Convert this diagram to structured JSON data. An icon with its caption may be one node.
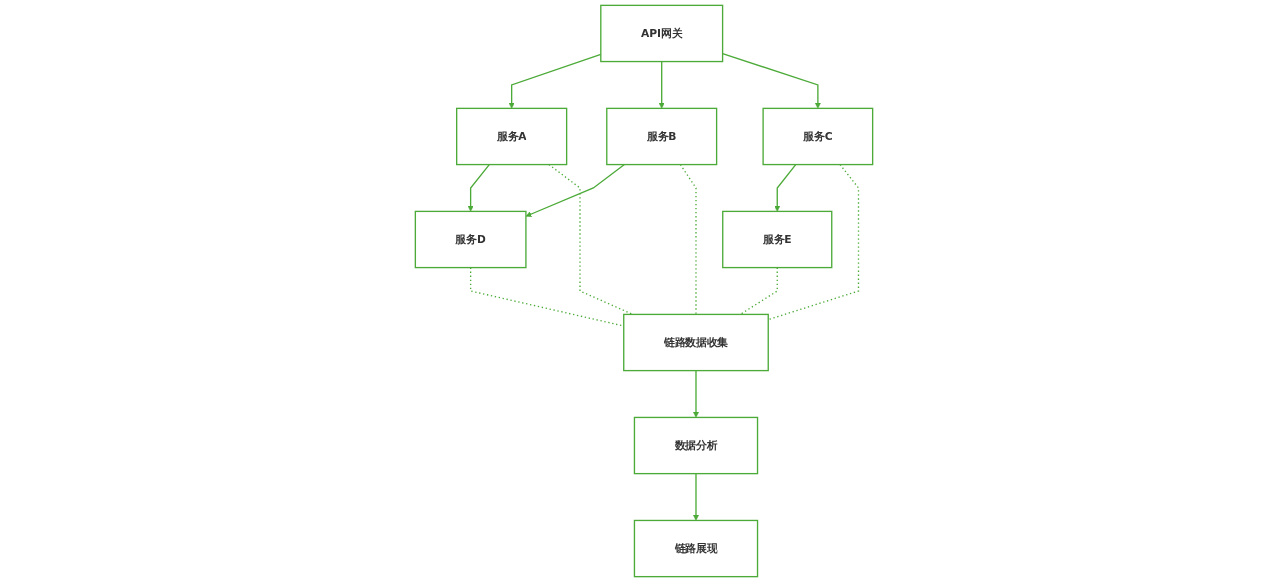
{
  "diagram": {
    "nodes": [
      {
        "text": [
          "API网关"
        ]
      },
      {
        "text": [
          "服务A"
        ]
      },
      {
        "text": [
          "服务B"
        ]
      },
      {
        "text": [
          "服务C"
        ]
      },
      {
        "text": [
          "服务D"
        ]
      },
      {
        "text": [
          "服务E"
        ]
      },
      {
        "text": [
          "链路展现"
        ]
      },
      {
        "text": [
          "数据分析"
        ]
      },
      {
        "text": [
          "链路数据收集"
        ]
      }
    ],
    "edges": [
      {
        "from": 0,
        "to": 1,
        "arrow": "to"
      },
      {
        "from": 0,
        "to": 2,
        "arrow": "to"
      },
      {
        "from": 0,
        "to": 3,
        "arrow": "to"
      },
      {
        "from": 1,
        "to": 4,
        "arrow": "to"
      },
      {
        "from": 2,
        "to": 4,
        "arrow": "to"
      },
      {
        "from": 3,
        "to": 5,
        "arrow": "to"
      },
      {
        "from": 8,
        "to": 7,
        "arrow": "to"
      },
      {
        "from": 7,
        "to": 6,
        "arrow": "to"
      },
      {
        "from": 1,
        "to": 8,
        "arrow": "none",
        "style": "dashed"
      },
      {
        "from": 2,
        "to": 8,
        "arrow": "none",
        "style": "dashed"
      },
      {
        "from": 3,
        "to": 8,
        "arrow": "none",
        "style": "dashed"
      },
      {
        "from": 4,
        "to": 8,
        "arrow": "none",
        "style": "dashed"
      },
      {
        "from": 5,
        "to": 8,
        "arrow": "none",
        "style": "dashed"
      }
    ]
  }
}
